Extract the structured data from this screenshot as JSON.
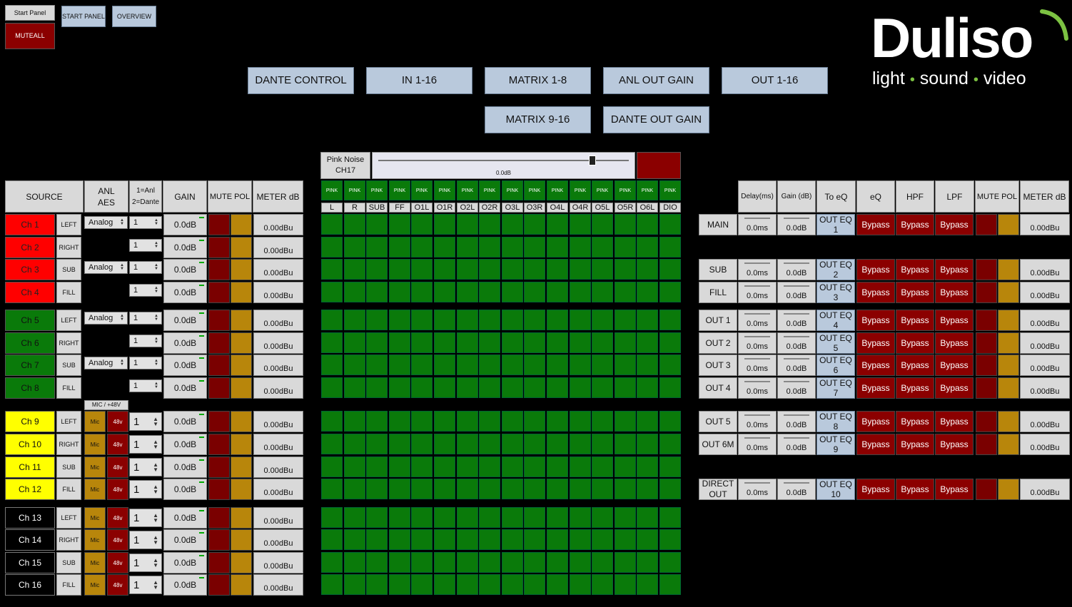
{
  "top": {
    "start_panel_small": "Start Panel",
    "muteall": "MUTEALL",
    "start_panel": "START PANEL",
    "overview": "OVERVIEW"
  },
  "nav": [
    "DANTE CONTROL",
    "IN 1-16",
    "MATRIX 1-8",
    "ANL OUT GAIN",
    "OUT 1-16",
    "MATRIX 9-16",
    "DANTE OUT GAIN"
  ],
  "logo": {
    "brand": "Duliso",
    "tagline_1": "light",
    "tagline_2": "sound",
    "tagline_3": "video",
    "dot": "•"
  },
  "pink_noise": {
    "label_1": "Pink Noise",
    "label_2": "CH17",
    "value": "0.0dB",
    "level_fraction": 0.85
  },
  "input_headers": {
    "source": "SOURCE",
    "anl_1": "ANL",
    "anl_2": "AES",
    "sel_1": "1=Anl",
    "sel_2": "2=Dante",
    "gain": "GAIN",
    "mute_pol": "MUTE POL",
    "meter": "METER dB"
  },
  "mic_header": "MIC / +48V",
  "matrix": {
    "pink_label": "PINK",
    "columns": [
      "L",
      "R",
      "SUB",
      "FF",
      "O1L",
      "O1R",
      "O2L",
      "O2R",
      "O3L",
      "O3R",
      "O4L",
      "O4R",
      "O5L",
      "O5R",
      "O6L",
      "DIO"
    ]
  },
  "inputs": [
    {
      "name": "Ch 1",
      "label": "LEFT",
      "color": "red",
      "anl": "Analog",
      "sel": "1",
      "gain": "0.0dB",
      "meter": "0.00dBu"
    },
    {
      "name": "Ch 2",
      "label": "RIGHT",
      "color": "red",
      "anl": "",
      "sel": "1",
      "gain": "0.0dB",
      "meter": "0.00dBu"
    },
    {
      "name": "Ch 3",
      "label": "SUB",
      "color": "red",
      "anl": "Analog",
      "sel": "1",
      "gain": "0.0dB",
      "meter": "0.00dBu"
    },
    {
      "name": "Ch 4",
      "label": "FILL",
      "color": "red",
      "anl": "",
      "sel": "1",
      "gain": "0.0dB",
      "meter": "0.00dBu"
    },
    {
      "name": "Ch 5",
      "label": "LEFT",
      "color": "green",
      "anl": "Analog",
      "sel": "1",
      "gain": "0.0dB",
      "meter": "0.00dBu"
    },
    {
      "name": "Ch 6",
      "label": "RIGHT",
      "color": "green",
      "anl": "",
      "sel": "1",
      "gain": "0.0dB",
      "meter": "0.00dBu"
    },
    {
      "name": "Ch 7",
      "label": "SUB",
      "color": "green",
      "anl": "Analog",
      "sel": "1",
      "gain": "0.0dB",
      "meter": "0.00dBu"
    },
    {
      "name": "Ch 8",
      "label": "FILL",
      "color": "green",
      "anl": "",
      "sel": "1",
      "gain": "0.0dB",
      "meter": "0.00dBu"
    },
    {
      "name": "Ch 9",
      "label": "LEFT",
      "color": "yellow",
      "mic": "Mic",
      "v48": "48v",
      "sel": "1",
      "gain": "0.0dB",
      "meter": "0.00dBu"
    },
    {
      "name": "Ch 10",
      "label": "RIGHT",
      "color": "yellow",
      "mic": "Mic",
      "v48": "48v",
      "sel": "1",
      "gain": "0.0dB",
      "meter": "0.00dBu"
    },
    {
      "name": "Ch 11",
      "label": "SUB",
      "color": "yellow",
      "mic": "Mic",
      "v48": "48v",
      "sel": "1",
      "gain": "0.0dB",
      "meter": "0.00dBu"
    },
    {
      "name": "Ch 12",
      "label": "FILL",
      "color": "yellow",
      "mic": "Mic",
      "v48": "48v",
      "sel": "1",
      "gain": "0.0dB",
      "meter": "0.00dBu"
    },
    {
      "name": "Ch 13",
      "label": "LEFT",
      "color": "black",
      "mic": "Mic",
      "v48": "48v",
      "sel": "1",
      "gain": "0.0dB",
      "meter": "0.00dBu"
    },
    {
      "name": "Ch 14",
      "label": "RIGHT",
      "color": "black",
      "mic": "Mic",
      "v48": "48v",
      "sel": "1",
      "gain": "0.0dB",
      "meter": "0.00dBu"
    },
    {
      "name": "Ch 15",
      "label": "SUB",
      "color": "black",
      "mic": "Mic",
      "v48": "48v",
      "sel": "1",
      "gain": "0.0dB",
      "meter": "0.00dBu"
    },
    {
      "name": "Ch 16",
      "label": "FILL",
      "color": "black",
      "mic": "Mic",
      "v48": "48v",
      "sel": "1",
      "gain": "0.0dB",
      "meter": "0.00dBu"
    }
  ],
  "output_headers": {
    "delay": "Delay(ms)",
    "gain": "Gain (dB)",
    "to_eq": "To eQ",
    "eq": "eQ",
    "hpf": "HPF",
    "lpf": "LPF",
    "mute_pol": "MUTE POL",
    "meter": "METER dB"
  },
  "outputs": [
    {
      "name": "MAIN",
      "delay": "0.0ms",
      "gain": "0.0dB",
      "to_eq": "OUT EQ 1",
      "eq": "Bypass",
      "hpf": "Bypass",
      "lpf": "Bypass",
      "meter": "0.00dBu"
    },
    {
      "name": "SUB",
      "delay": "0.0ms",
      "gain": "0.0dB",
      "to_eq": "OUT EQ 2",
      "eq": "Bypass",
      "hpf": "Bypass",
      "lpf": "Bypass",
      "meter": "0.00dBu"
    },
    {
      "name": "FILL",
      "delay": "0.0ms",
      "gain": "0.0dB",
      "to_eq": "OUT EQ 3",
      "eq": "Bypass",
      "hpf": "Bypass",
      "lpf": "Bypass",
      "meter": "0.00dBu"
    },
    {
      "name": "OUT 1",
      "delay": "0.0ms",
      "gain": "0.0dB",
      "to_eq": "OUT EQ 4",
      "eq": "Bypass",
      "hpf": "Bypass",
      "lpf": "Bypass",
      "meter": "0.00dBu"
    },
    {
      "name": "OUT 2",
      "delay": "0.0ms",
      "gain": "0.0dB",
      "to_eq": "OUT EQ 5",
      "eq": "Bypass",
      "hpf": "Bypass",
      "lpf": "Bypass",
      "meter": "0.00dBu"
    },
    {
      "name": "OUT 3",
      "delay": "0.0ms",
      "gain": "0.0dB",
      "to_eq": "OUT EQ 6",
      "eq": "Bypass",
      "hpf": "Bypass",
      "lpf": "Bypass",
      "meter": "0.00dBu"
    },
    {
      "name": "OUT 4",
      "delay": "0.0ms",
      "gain": "0.0dB",
      "to_eq": "OUT EQ 7",
      "eq": "Bypass",
      "hpf": "Bypass",
      "lpf": "Bypass",
      "meter": "0.00dBu"
    },
    {
      "name": "OUT 5",
      "delay": "0.0ms",
      "gain": "0.0dB",
      "to_eq": "OUT EQ 8",
      "eq": "Bypass",
      "hpf": "Bypass",
      "lpf": "Bypass",
      "meter": "0.00dBu"
    },
    {
      "name": "OUT 6M",
      "delay": "0.0ms",
      "gain": "0.0dB",
      "to_eq": "OUT EQ 9",
      "eq": "Bypass",
      "hpf": "Bypass",
      "lpf": "Bypass",
      "meter": "0.00dBu"
    },
    {
      "name": "DIRECT OUT",
      "delay": "0.0ms",
      "gain": "0.0dB",
      "to_eq": "OUT EQ 10",
      "eq": "Bypass",
      "hpf": "Bypass",
      "lpf": "Bypass",
      "meter": "0.00dBu"
    }
  ]
}
